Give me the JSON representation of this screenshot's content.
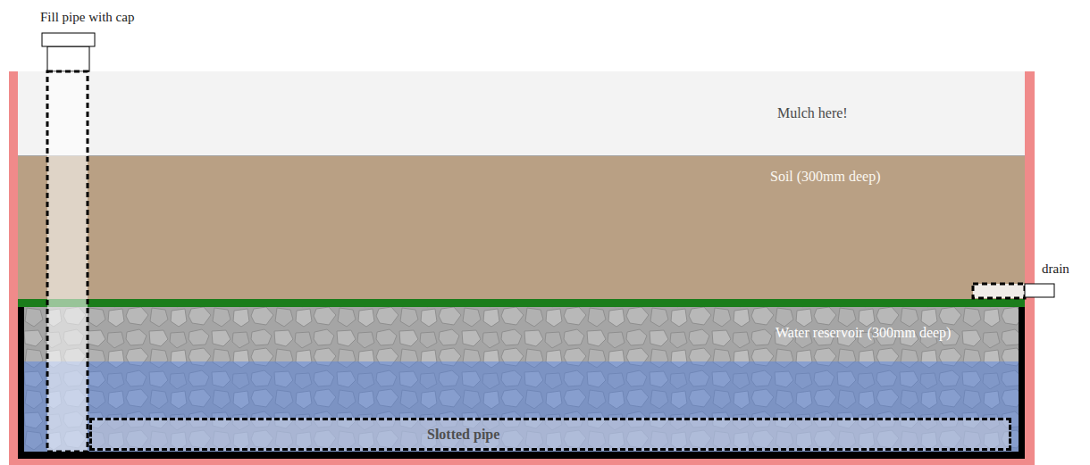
{
  "diagram": {
    "nodes": [
      {
        "text": [
          "Mulch here!"
        ]
      },
      {
        "text": [
          "Soil (300mm deep)"
        ]
      },
      {
        "text": [
          "Water reservoir (300mm deep)"
        ]
      },
      {
        "text": [
          "Slotted pipe"
        ],
        "in": 2
      }
    ],
    "labels": [
      "Fill pipe with cap",
      "drain"
    ]
  }
}
